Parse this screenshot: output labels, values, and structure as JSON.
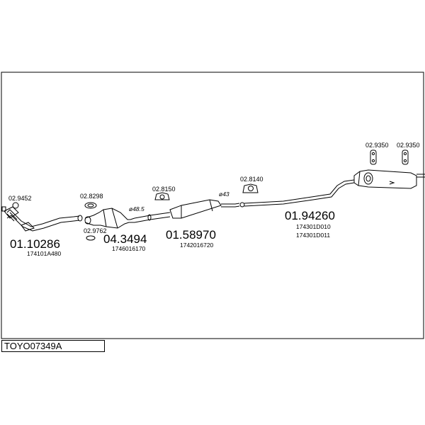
{
  "title": "TOYO07349A",
  "parts": {
    "front_pipe": {
      "number": "01.10286",
      "oe": [
        "174101A480"
      ]
    },
    "front_gasket": {
      "number": "02.9452"
    },
    "cat_gasket_a": {
      "number": "02.8298"
    },
    "cat_gasket_b": {
      "number": "02.9762"
    },
    "catalyst": {
      "number": "04.3494",
      "oe": [
        "1746016170"
      ]
    },
    "center_hanger": {
      "number": "02.8150"
    },
    "center_muffler": {
      "number": "01.58970",
      "oe": [
        "1742016720"
      ]
    },
    "rear_hanger": {
      "number": "02.8140"
    },
    "rear_muffler": {
      "number": "01.94260",
      "oe": [
        "174301D010",
        "174301D011"
      ]
    },
    "tail_hanger_1": {
      "number": "02.9350"
    },
    "tail_hanger_2": {
      "number": "02.9350"
    }
  },
  "diameters": {
    "d1": "ø48.5",
    "d2": "ø43"
  },
  "colors": {
    "line": "#000000",
    "background": "#ffffff"
  }
}
